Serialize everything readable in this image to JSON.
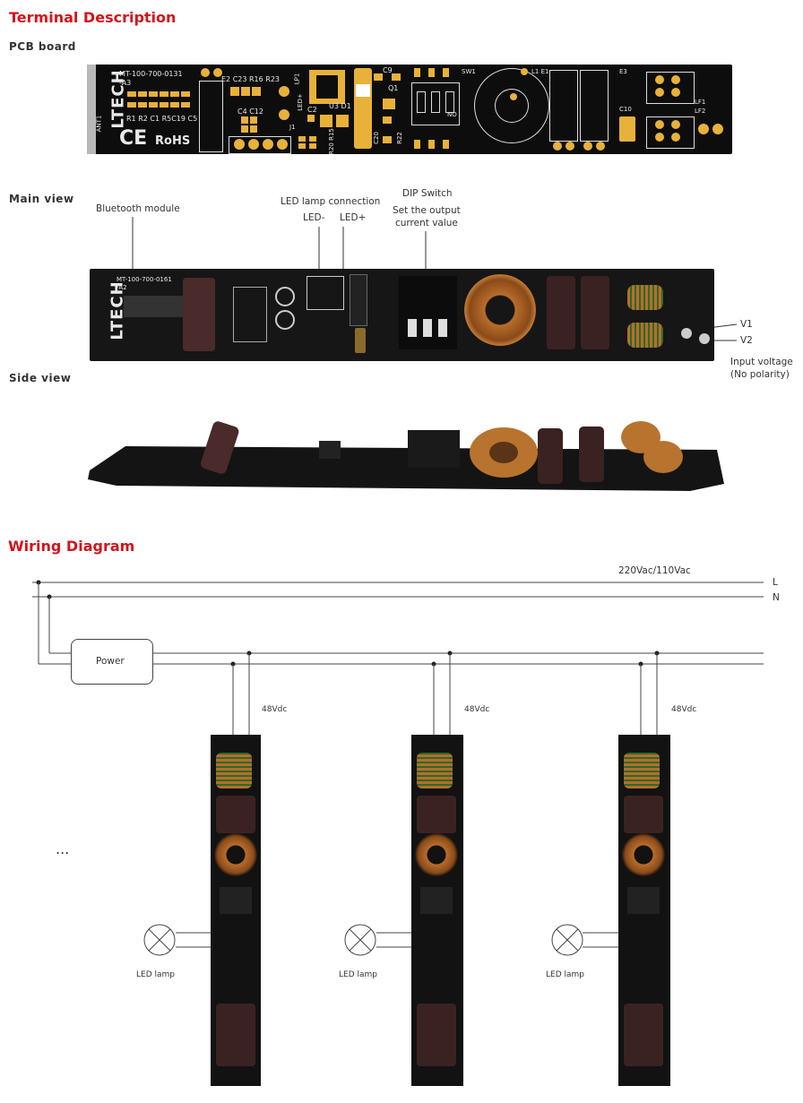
{
  "header": {
    "title": "Terminal Description"
  },
  "pcb_board": {
    "label": "PCB board",
    "model": "MT-100-700-0131",
    "rev": "-A3",
    "brand": "LTECH",
    "rohs": "RoHS",
    "ce": "CE",
    "refs_row1": "E2 C23 R16 R23",
    "refs_row2": "R1 R2 C1 R5C19 C5",
    "refs_c4": "C4  C12",
    "ant": "ANT1",
    "lp1": "LP1",
    "led_plus": "LED+",
    "c2": "C2",
    "u3d1": "U3 D1",
    "r20r15": "R20 R15",
    "c9": "C9",
    "q1": "Q1",
    "r22": "R22",
    "sw1": "SW1",
    "no": "NO",
    "l1e1": "L1 E1",
    "e3": "E3",
    "c10": "C10",
    "lf1": "LF1",
    "lf2": "LF2",
    "j1": "J1",
    "c20": "C20"
  },
  "main_view": {
    "label": "Main view",
    "bluetooth": "Bluetooth module",
    "led_conn": "LED lamp connection",
    "led_minus": "LED-",
    "led_plus": "LED+",
    "dip_switch": "DIP Switch",
    "dip_desc1": "Set the output",
    "dip_desc2": "current value",
    "v1": "V1",
    "v2": "V2",
    "input_voltage": "Input voltage",
    "no_polarity": "(No polarity)",
    "model": "MT-100-700-0161",
    "rev": "-A2",
    "brand": "LTECH"
  },
  "side_view": {
    "label": "Side view"
  },
  "wiring": {
    "title": "Wiring Diagram",
    "mains": "220Vac/110Vac",
    "L": "L",
    "N": "N",
    "power": "Power",
    "vdc": "48Vdc",
    "lamp": "LED lamp",
    "ellipsis": "..."
  },
  "colors": {
    "accent": "#d3141c",
    "pcb": "#0d0d0d",
    "gold": "#e8b13a"
  }
}
